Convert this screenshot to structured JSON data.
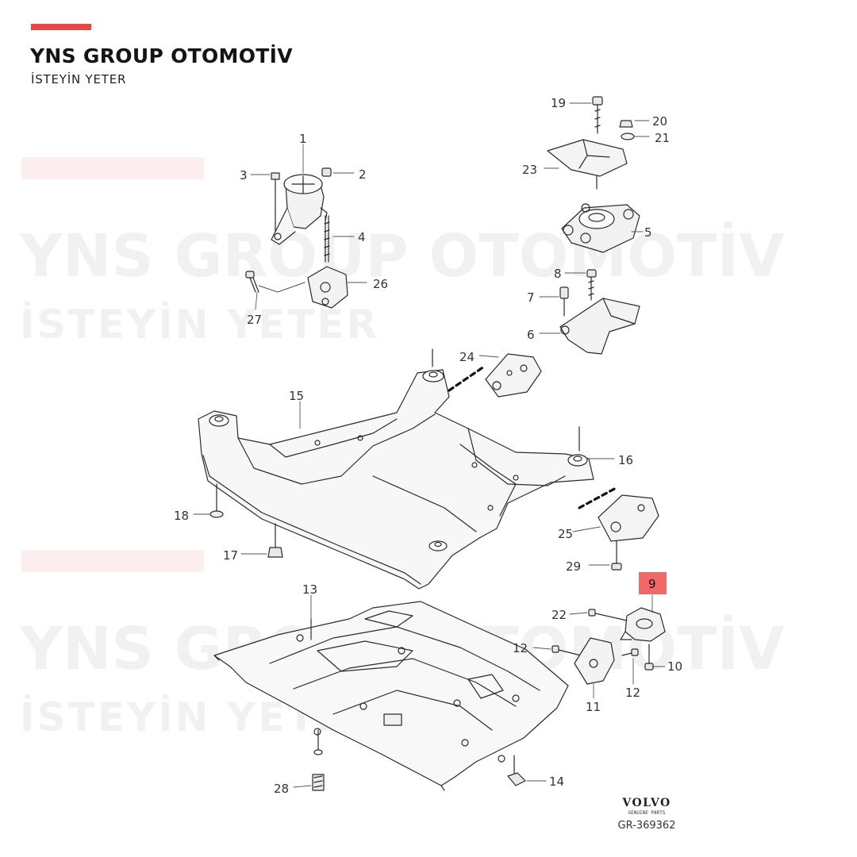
{
  "brand": {
    "name": "YNS GROUP OTOMOTİV",
    "tagline": "İSTEYİN YETER",
    "accent_color": "#e8474a"
  },
  "watermark": {
    "name": "YNS GROUP OTOMOTİV",
    "tagline": "İSTEYİN YETER"
  },
  "maker_logo": {
    "name": "VOLVO",
    "subtitle": "GENUINE PARTS"
  },
  "diagram_code": "GR-369362",
  "highlight": {
    "part": "9",
    "color": "#f0686a"
  },
  "part_labels": [
    "1",
    "2",
    "3",
    "4",
    "5",
    "6",
    "7",
    "8",
    "10",
    "11",
    "12",
    "12",
    "13",
    "14",
    "15",
    "16",
    "17",
    "18",
    "19",
    "20",
    "21",
    "22",
    "23",
    "24",
    "25",
    "26",
    "27",
    "28",
    "29"
  ]
}
